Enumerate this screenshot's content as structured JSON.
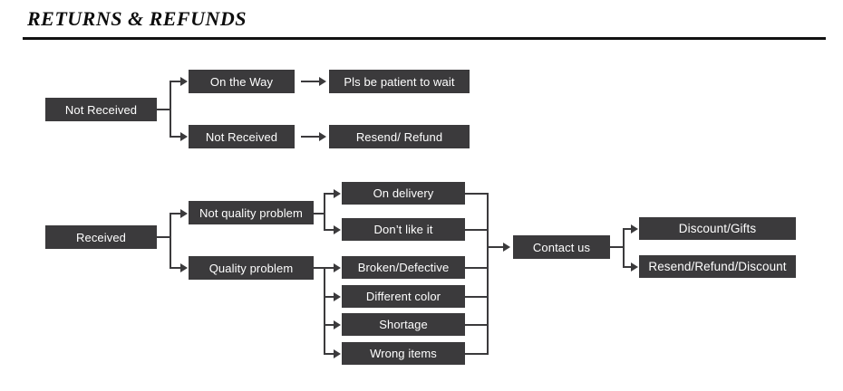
{
  "header": {
    "title": "RETURNS & REFUNDS"
  },
  "colors": {
    "node_fill": "#3b3a3c",
    "node_text": "#ffffff",
    "connector": "#3b3a3c",
    "background": "#ffffff",
    "rule": "#111111"
  },
  "chart_data": {
    "type": "diagram",
    "title": "RETURNS & REFUNDS",
    "nodes": [
      {
        "id": "not-received-root",
        "label": "Not Received",
        "column": 1,
        "branch": "not-received"
      },
      {
        "id": "on-the-way",
        "label": "On the Way",
        "column": 2,
        "branch": "not-received"
      },
      {
        "id": "not-received-child",
        "label": "Not Received",
        "column": 2,
        "branch": "not-received"
      },
      {
        "id": "pls-be-patient",
        "label": "Pls be patient to wait",
        "column": 3,
        "branch": "not-received"
      },
      {
        "id": "resend-refund",
        "label": "Resend/ Refund",
        "column": 3,
        "branch": "not-received"
      },
      {
        "id": "received-root",
        "label": "Received",
        "column": 1,
        "branch": "received"
      },
      {
        "id": "not-quality-problem",
        "label": "Not quality problem",
        "column": 2,
        "branch": "received"
      },
      {
        "id": "quality-problem",
        "label": "Quality problem",
        "column": 2,
        "branch": "received"
      },
      {
        "id": "on-delivery",
        "label": "On delivery",
        "column": 3,
        "branch": "received"
      },
      {
        "id": "dont-like-it",
        "label": "Don’t like it",
        "column": 3,
        "branch": "received"
      },
      {
        "id": "broken-defective",
        "label": "Broken/Defective",
        "column": 3,
        "branch": "received"
      },
      {
        "id": "different-color",
        "label": "Different color",
        "column": 3,
        "branch": "received"
      },
      {
        "id": "shortage",
        "label": "Shortage",
        "column": 3,
        "branch": "received"
      },
      {
        "id": "wrong-items",
        "label": "Wrong items",
        "column": 3,
        "branch": "received"
      },
      {
        "id": "contact-us",
        "label": "Contact us",
        "column": 4,
        "branch": "received"
      },
      {
        "id": "discount-gifts",
        "label": "Discount/Gifts",
        "column": 5,
        "branch": "received"
      },
      {
        "id": "resend-refund-discount",
        "label": "Resend/Refund/Discount",
        "column": 5,
        "branch": "received"
      }
    ],
    "edges": [
      {
        "from": "not-received-root",
        "to": "on-the-way"
      },
      {
        "from": "not-received-root",
        "to": "not-received-child"
      },
      {
        "from": "on-the-way",
        "to": "pls-be-patient"
      },
      {
        "from": "not-received-child",
        "to": "resend-refund"
      },
      {
        "from": "received-root",
        "to": "not-quality-problem"
      },
      {
        "from": "received-root",
        "to": "quality-problem"
      },
      {
        "from": "not-quality-problem",
        "to": "on-delivery"
      },
      {
        "from": "not-quality-problem",
        "to": "dont-like-it"
      },
      {
        "from": "quality-problem",
        "to": "broken-defective"
      },
      {
        "from": "quality-problem",
        "to": "different-color"
      },
      {
        "from": "quality-problem",
        "to": "shortage"
      },
      {
        "from": "quality-problem",
        "to": "wrong-items"
      },
      {
        "from": "on-delivery",
        "to": "contact-us"
      },
      {
        "from": "dont-like-it",
        "to": "contact-us"
      },
      {
        "from": "broken-defective",
        "to": "contact-us"
      },
      {
        "from": "different-color",
        "to": "contact-us"
      },
      {
        "from": "shortage",
        "to": "contact-us"
      },
      {
        "from": "wrong-items",
        "to": "contact-us"
      },
      {
        "from": "contact-us",
        "to": "discount-gifts"
      },
      {
        "from": "contact-us",
        "to": "resend-refund-discount"
      }
    ]
  }
}
